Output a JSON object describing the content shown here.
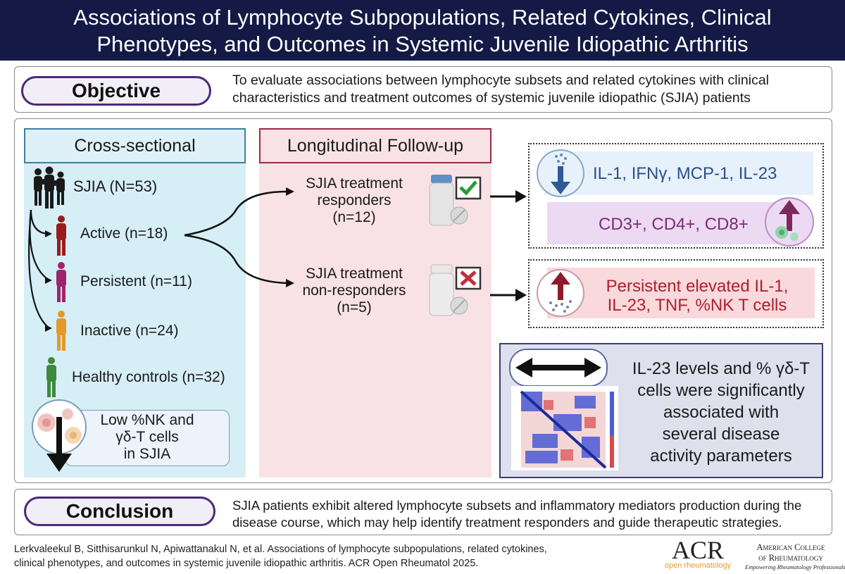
{
  "header": {
    "title_line1": "Associations of Lymphocyte Subpopulations, Related Cytokines, Clinical",
    "title_line2": "Phenotypes, and Outcomes in Systemic Juvenile Idiopathic Arthritis"
  },
  "objective": {
    "label": "Objective",
    "text_line1": "To evaluate associations between lymphocyte subsets and related cytokines with clinical",
    "text_line2": "characteristics and treatment outcomes of systemic juvenile idiopathic (SJIA) patients"
  },
  "cross_sectional": {
    "heading": "Cross-sectional",
    "total": "SJIA (N=53)",
    "active": "Active (n=18)",
    "persistent": "Persistent (n=11)",
    "inactive": "Inactive (n=24)",
    "controls": "Healthy controls (n=32)",
    "finding_line1": "Low %NK and",
    "finding_line2": "γδ-T cells",
    "finding_line3": "in SJIA"
  },
  "longitudinal": {
    "heading": "Longitudinal Follow-up",
    "responders_line1": "SJIA treatment",
    "responders_line2": "responders",
    "responders_line3": "(n=12)",
    "nonresponders_line1": "SJIA treatment",
    "nonresponders_line2": "non-responders",
    "nonresponders_line3": "(n=5)"
  },
  "outcomes": {
    "decreased": "IL-1, IFNγ, MCP-1, IL-23",
    "increased": "CD3+, CD4+, CD8+",
    "persistent_line1": "Persistent elevated IL-1,",
    "persistent_line2": "IL-23, TNF, %NK T cells"
  },
  "association": {
    "line1": "IL-23 levels and % γδ-T",
    "line2": "cells were significantly",
    "line3": "associated with",
    "line4": "several disease",
    "line5": "activity parameters"
  },
  "conclusion": {
    "label": "Conclusion",
    "text_line1": "SJIA patients exhibit altered lymphocyte subsets and inflammatory mediators production during the",
    "text_line2": "disease course, which may help identify treatment responders and guide therapeutic strategies."
  },
  "citation": {
    "line1": "Lerkvaleekul B, Sitthisarunkul N, Apiwattanakul N, et al. Associations of lymphocyte subpopulations, related cytokines,",
    "line2": "clinical phenotypes, and outcomes in systemic juvenile idiopathic arthritis. ACR Open Rheumatol 2025."
  },
  "logos": {
    "acr_big": "ACR",
    "acr_sub": "open rheumatology",
    "college_line1": "American College",
    "college_line2": "of Rheumatology",
    "college_line3": "Empowering Rheumatology Professionals"
  },
  "colors": {
    "header_bg": "#141a45",
    "pill_border": "#4a2a78",
    "cross_bg": "#d6eef6",
    "long_bg": "#f9e2e6",
    "decrease_text": "#2b4f8a",
    "increase_text": "#7a2a7a",
    "persistent_text": "#b0202c",
    "active_figure": "#9b1b1b",
    "persistent_figure": "#a0246a",
    "inactive_figure": "#e39a2a",
    "control_figure": "#3f8a3a"
  },
  "icons": [
    "people-group-icon",
    "person-icon",
    "pill-bottle-icon",
    "checkmark-icon",
    "x-mark-icon",
    "down-arrow-icon",
    "up-arrow-icon",
    "double-arrow-icon",
    "heatmap-icon",
    "cells-icon"
  ]
}
